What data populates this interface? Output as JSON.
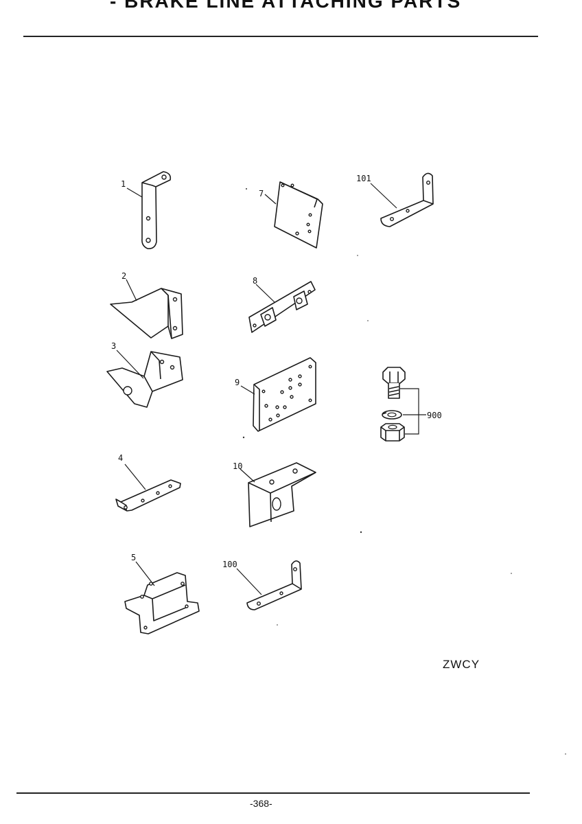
{
  "header": {
    "title": "- BRAKE LINE ATTACHING PARTS"
  },
  "diagram": {
    "callouts": {
      "p1": "1",
      "p2": "2",
      "p3": "3",
      "p4": "4",
      "p5": "5",
      "p7": "7",
      "p8": "8",
      "p9": "9",
      "p10": "10",
      "p100": "100",
      "p101": "101",
      "p900": "900"
    }
  },
  "footer": {
    "code": "ZWCY",
    "page_number": "-368-"
  }
}
